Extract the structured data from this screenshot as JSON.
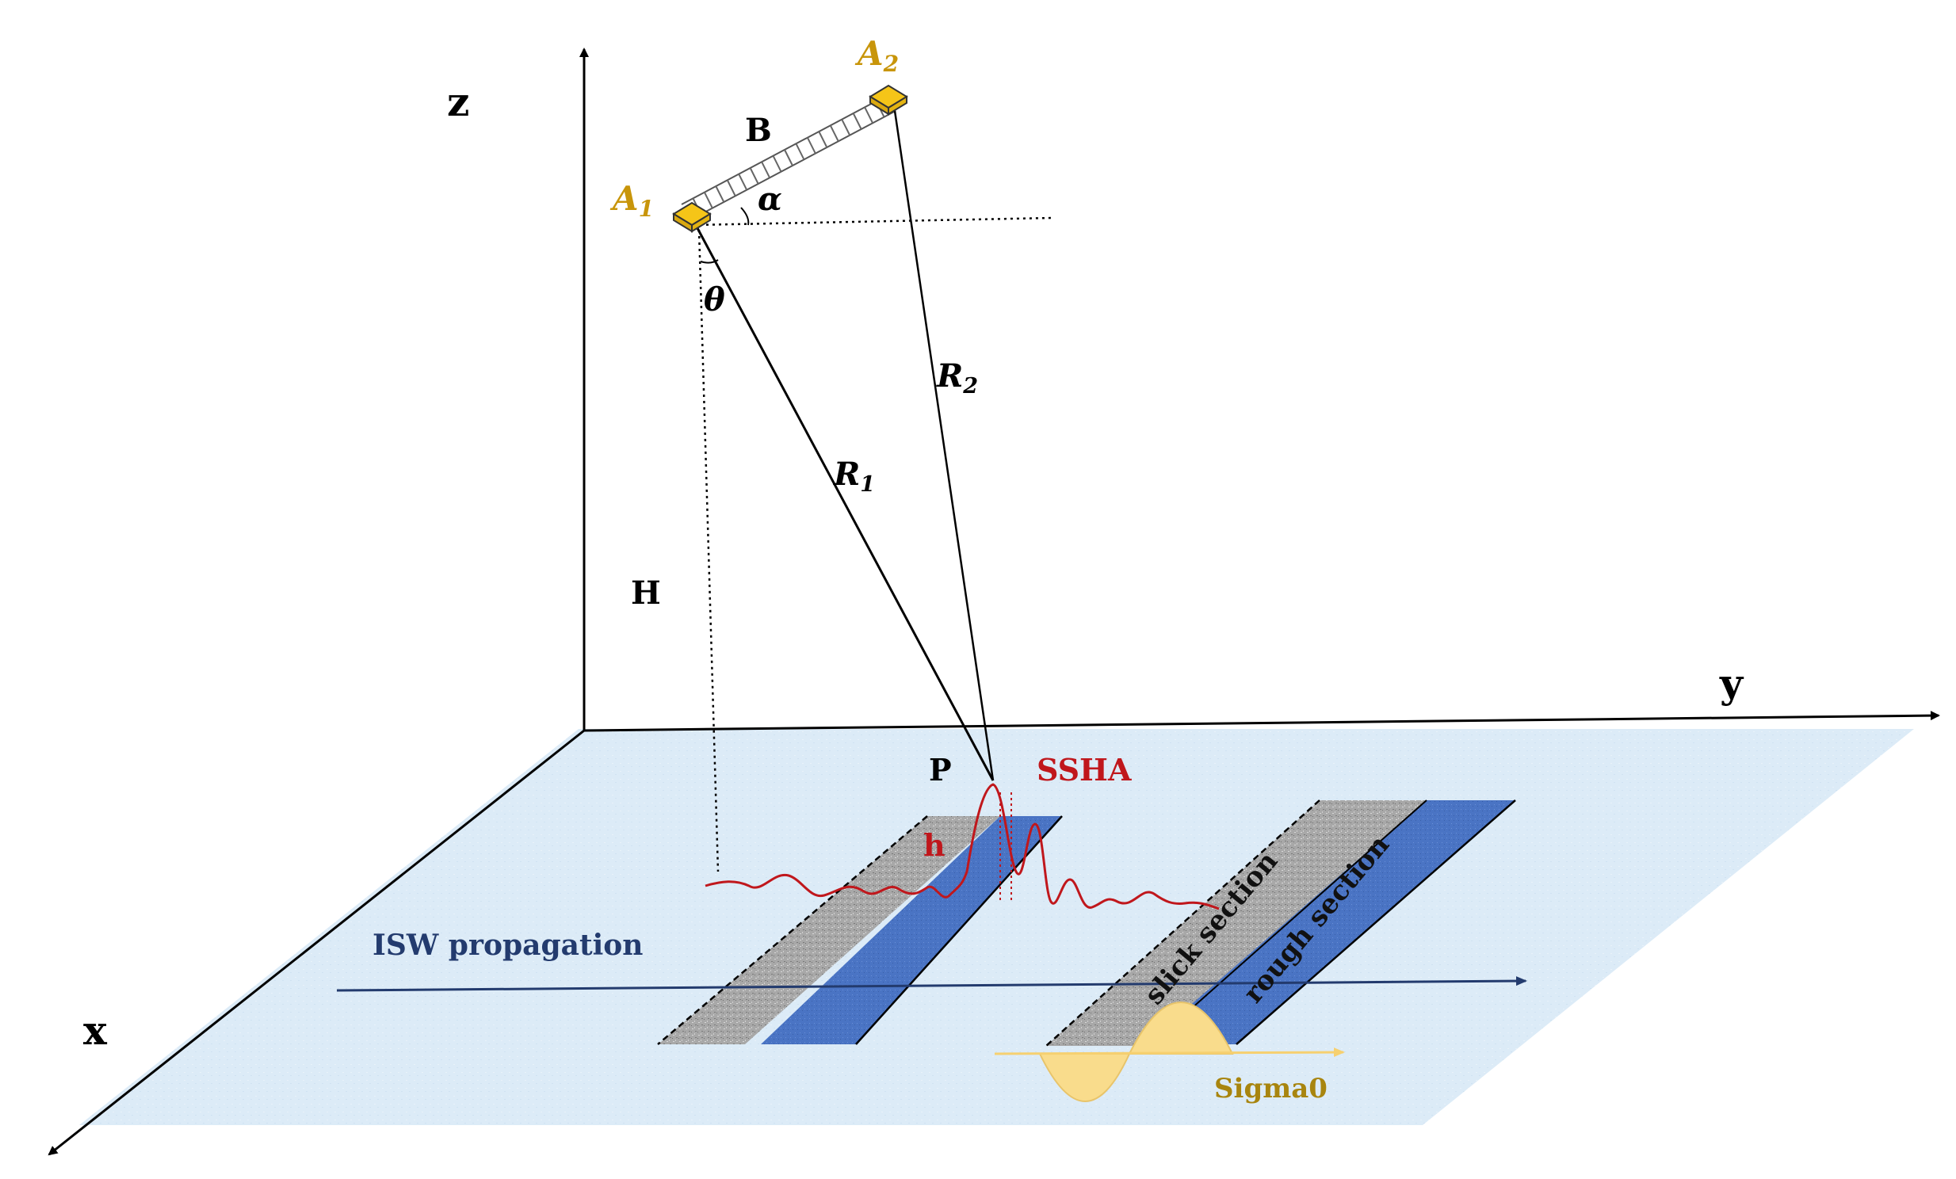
{
  "axes": {
    "z": "z",
    "y": "y",
    "x": "x"
  },
  "antennas": {
    "a1_letter": "A",
    "a1_sub": "1",
    "a2_letter": "A",
    "a2_sub": "2"
  },
  "geometry": {
    "baseline": "B",
    "alpha": "α",
    "theta": "θ",
    "height": "H",
    "r1_letter": "R",
    "r1_sub": "1",
    "r2_letter": "R",
    "r2_sub": "2",
    "point": "P",
    "h": "h"
  },
  "signals": {
    "ssha": "SSHA",
    "sigma0": "Sigma0"
  },
  "surface": {
    "isw": "ISW propagation",
    "slick": "slick section",
    "rough": "rough section"
  },
  "colors": {
    "sea": "#dbeaf6",
    "antenna": "#f5c518",
    "antenna_label": "#c8950a",
    "ssha": "#c0171c",
    "sigma0_fill": "#f9dc8c",
    "sigma0_label": "#a8850f",
    "isw": "#233b6e",
    "rough": "#4a74c4",
    "slick": "#a3a3a3"
  }
}
